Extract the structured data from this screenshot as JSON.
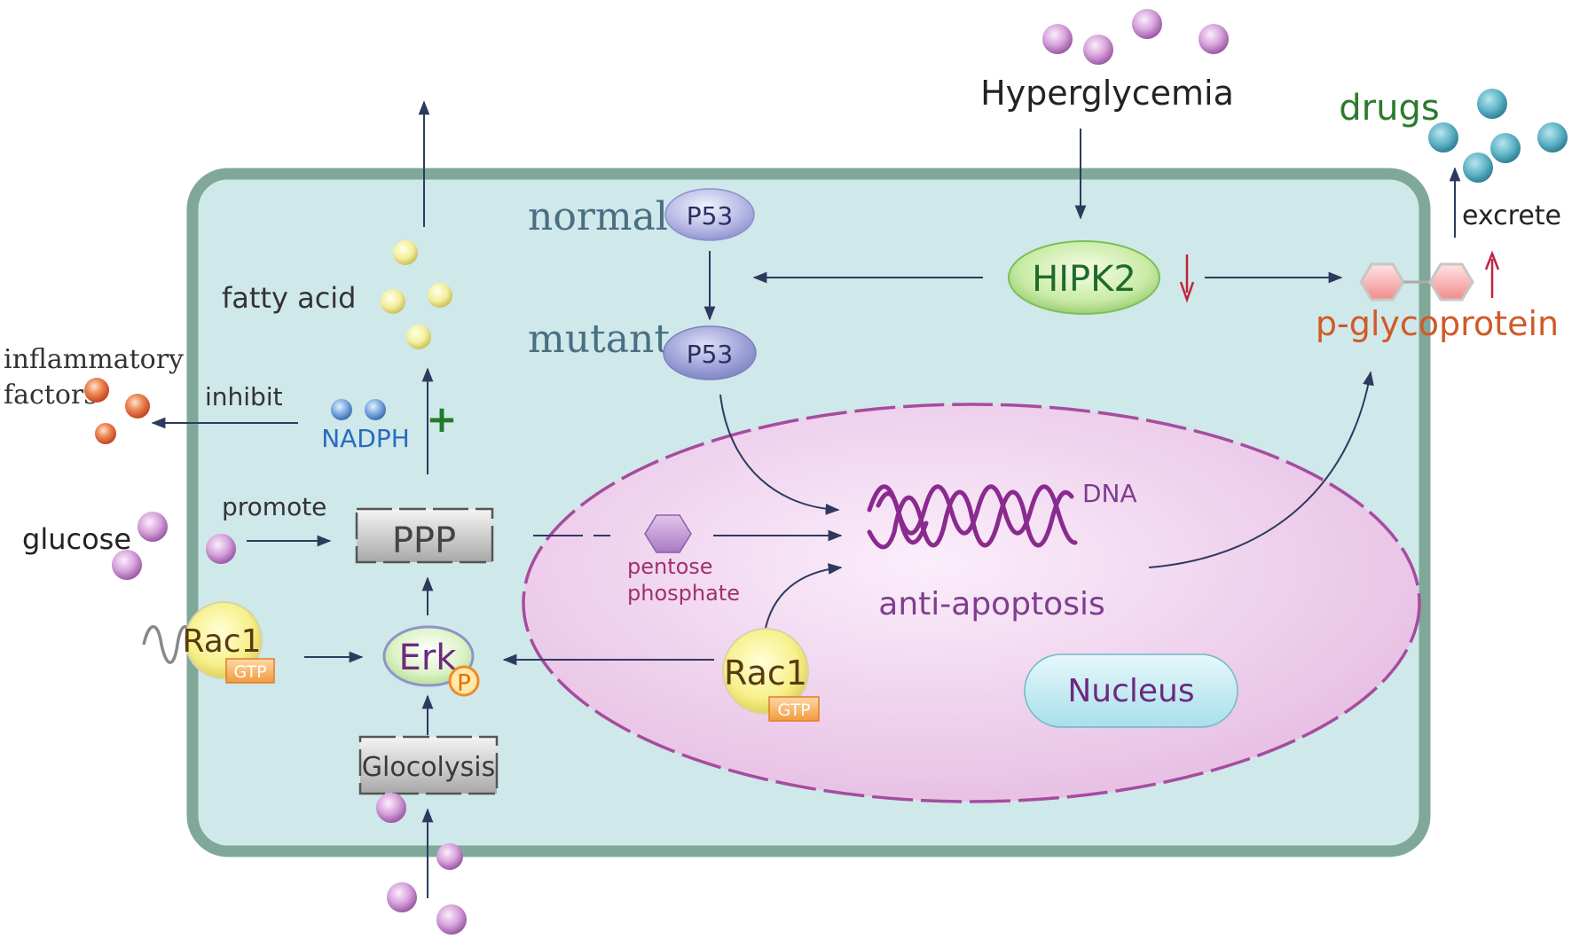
{
  "labels": {
    "hyperglycemia": "Hyperglycemia",
    "drugs": "drugs",
    "excrete": "excrete",
    "normal": "normal",
    "mutant": "mutant",
    "p53_normal": "P53",
    "p53_mutant": "P53",
    "hipk2": "HIPK2",
    "pglycoprotein": "p-glycoprotein",
    "fatty_acid": "fatty acid",
    "inflammatory_line1": "inflammatory",
    "inflammatory_line2": "factors",
    "inhibit": "inhibit",
    "nadph": "NADPH",
    "plus": "+",
    "promote": "promote",
    "glucose": "glucose",
    "ppp": "PPP",
    "pentose_line1": "pentose",
    "pentose_line2": "phosphate",
    "dna": "DNA",
    "anti_apoptosis": "anti-apoptosis",
    "nucleus": "Nucleus",
    "rac1_left": "Rac1",
    "gtp_left": "GTP",
    "rac1_right": "Rac1",
    "gtp_right": "GTP",
    "erk": "Erk",
    "phospho": "P",
    "glycolysis": "Glocolysis"
  },
  "colors": {
    "cell_fill": "#cfe8ea",
    "cell_border": "#7fa898",
    "nucleus_fill": "#f0d6ee",
    "nucleus_border": "#a64c9e",
    "arrow": "#2d3a5f",
    "glucose": "#b77bc0",
    "fatty_acid": "#f3f0a0",
    "drug": "#5fb3c6",
    "inflammatory": "#e0643a",
    "nadph": "#5a8fd0",
    "hipk2_text": "#1f6b2a",
    "drugs_text": "#2c7a2c",
    "pgp_text": "#d05a28",
    "dna": "#8a2a8f",
    "apoptosis_text": "#7e3d8f",
    "down_arrow": "#c0243e",
    "up_arrow": "#c0243e"
  }
}
